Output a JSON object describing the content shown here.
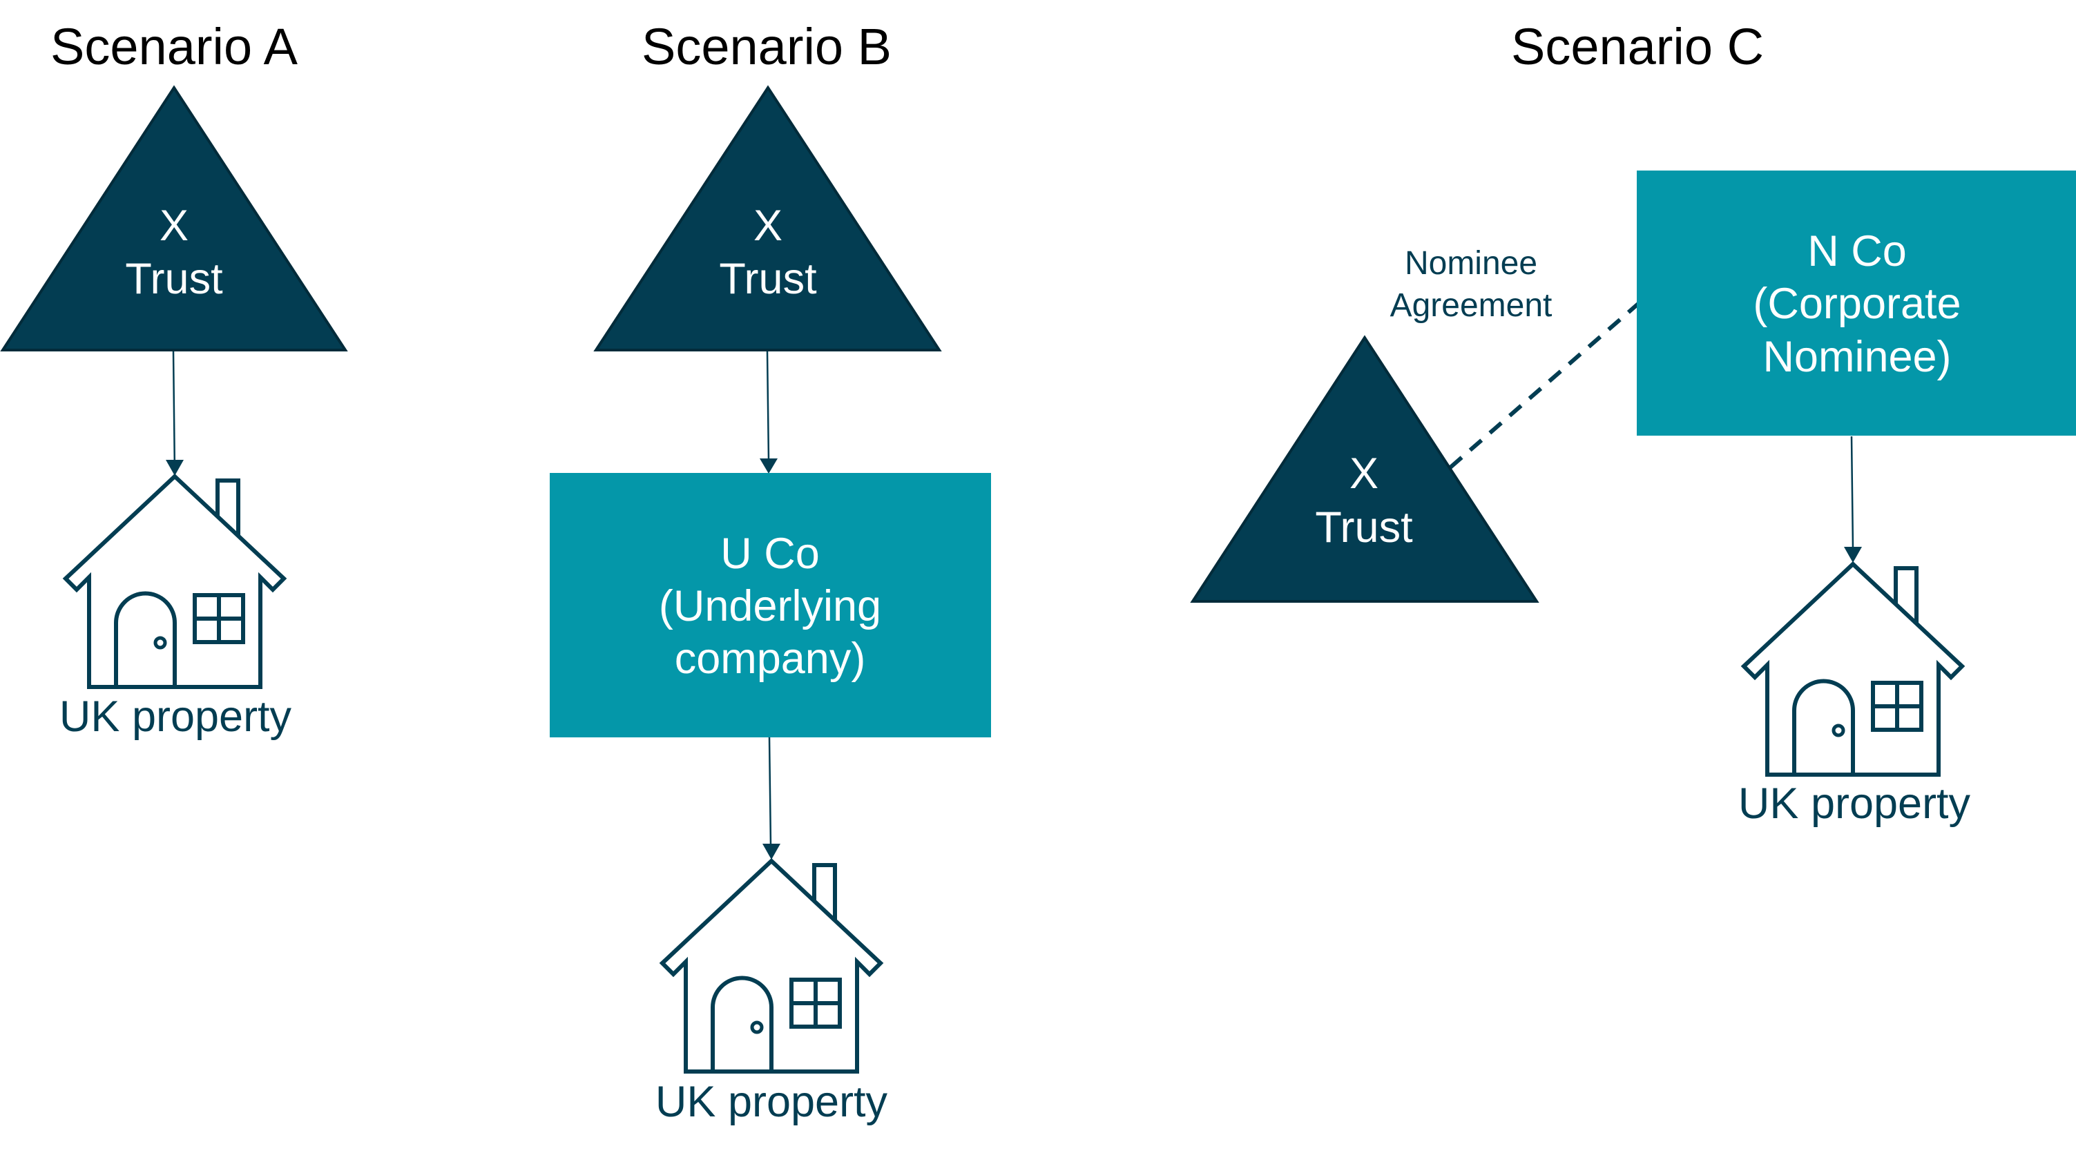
{
  "colors": {
    "trust_fill": "#033d52",
    "company_fill": "#0497a9",
    "text_dark": "#033d52",
    "title": "#000000"
  },
  "scenarios": [
    {
      "id": "A",
      "title": "Scenario A",
      "trust": {
        "line1": "X",
        "line2": "Trust"
      },
      "property_label": "UK property",
      "icons": [
        "triangle-trust",
        "arrow-down",
        "house-icon"
      ]
    },
    {
      "id": "B",
      "title": "Scenario B",
      "trust": {
        "line1": "X",
        "line2": "Trust"
      },
      "company": {
        "line1": "U Co",
        "line2": "(Underlying",
        "line3": "company)"
      },
      "property_label": "UK property",
      "icons": [
        "triangle-trust",
        "arrow-down",
        "box-company",
        "arrow-down",
        "house-icon"
      ]
    },
    {
      "id": "C",
      "title": "Scenario C",
      "trust": {
        "line1": "X",
        "line2": "Trust"
      },
      "company": {
        "line1": "N Co",
        "line2": "(Corporate",
        "line3": "Nominee)"
      },
      "agreement_label": {
        "line1": "Nominee",
        "line2": "Agreement"
      },
      "property_label": "UK property",
      "icons": [
        "triangle-trust",
        "dashed-link",
        "box-company",
        "arrow-down",
        "house-icon"
      ]
    }
  ]
}
